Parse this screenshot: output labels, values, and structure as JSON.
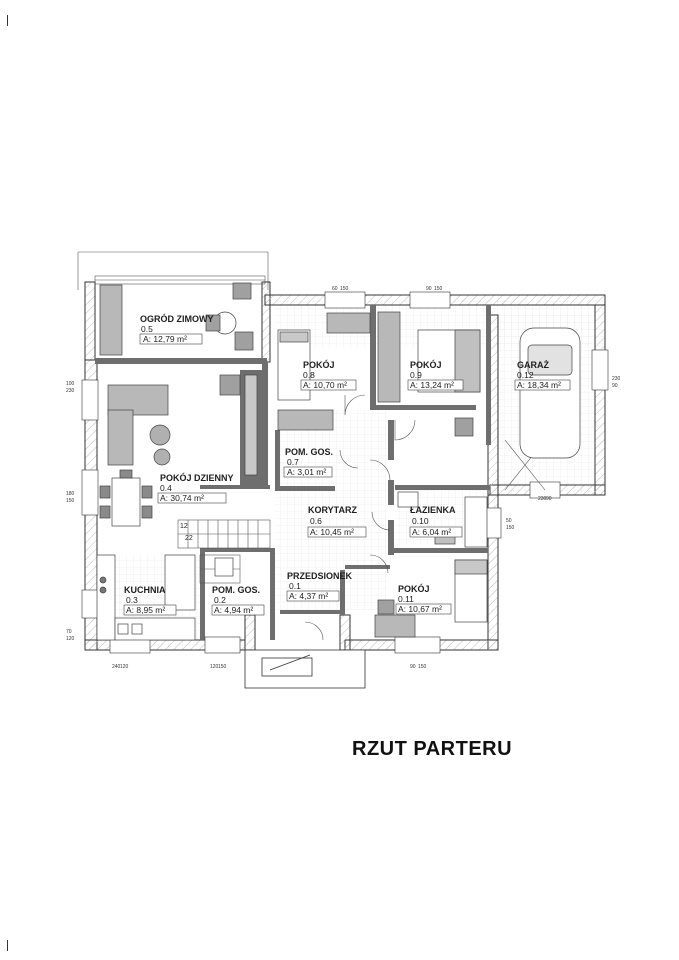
{
  "title": "RZUT PARTERU",
  "rooms": [
    {
      "key": "ogrod",
      "name": "OGRÓD ZIMOWY",
      "number": "0.5",
      "area": "A: 12,79 m²"
    },
    {
      "key": "pokoj08",
      "name": "POKÓJ",
      "number": "0.8",
      "area": "A: 10,70 m²"
    },
    {
      "key": "pokoj09",
      "name": "POKÓJ",
      "number": "0.9",
      "area": "A: 13,24 m²"
    },
    {
      "key": "garaz",
      "name": "GARAŻ",
      "number": "0.12",
      "area": "A: 18,34 m²"
    },
    {
      "key": "pomgos07",
      "name": "POM. GOS.",
      "number": "0.7",
      "area": "A: 3,01 m²"
    },
    {
      "key": "dzienny",
      "name": "POKÓJ DZIENNY",
      "number": "0.4",
      "area": "A: 30,74 m²"
    },
    {
      "key": "korytarz",
      "name": "KORYTARZ",
      "number": "0.6",
      "area": "A: 10,45 m²"
    },
    {
      "key": "lazienka",
      "name": "ŁAZIENKA",
      "number": "0.10",
      "area": "A: 6,04 m²"
    },
    {
      "key": "kuchnia",
      "name": "KUCHNIA",
      "number": "0.3",
      "area": "A: 8,95 m²"
    },
    {
      "key": "pomgos02",
      "name": "POM. GOS.",
      "number": "0.2",
      "area": "A: 4,94 m²"
    },
    {
      "key": "przedsionek",
      "name": "PRZEDSIONEK",
      "number": "0.1",
      "area": "A: 4,37 m²"
    },
    {
      "key": "pokoj011",
      "name": "POKÓJ",
      "number": "0.11",
      "area": "A: 10,67 m²"
    }
  ],
  "stair_labels": [
    "12",
    "22"
  ],
  "dimensions": [
    "60",
    "150",
    "90",
    "150",
    "100",
    "230",
    "180",
    "150",
    "70",
    "120",
    "240",
    "120",
    "120",
    "150",
    "90",
    "150",
    "230",
    "90",
    "230",
    "90",
    "50",
    "150"
  ]
}
